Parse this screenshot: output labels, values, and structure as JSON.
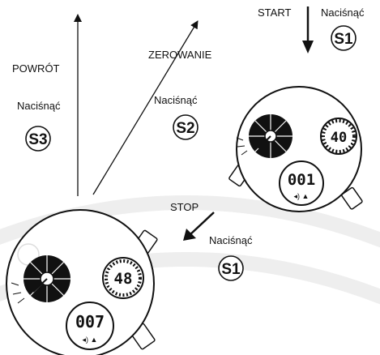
{
  "labels": {
    "start": "START",
    "stop": "STOP",
    "reset": "ZEROWANIE",
    "back": "POWRÓT"
  },
  "presses": [
    {
      "text": "Naciśnąć",
      "button": "S1"
    },
    {
      "text": "Naciśnąć",
      "button": "S2"
    },
    {
      "text": "Naciśnąć",
      "button": "S3"
    },
    {
      "text": "Naciśnąć",
      "button": "S1"
    }
  ],
  "watch_top": {
    "subdial_value": "40",
    "counter": "001"
  },
  "watch_bottom": {
    "subdial_value": "48",
    "counter": "007"
  }
}
